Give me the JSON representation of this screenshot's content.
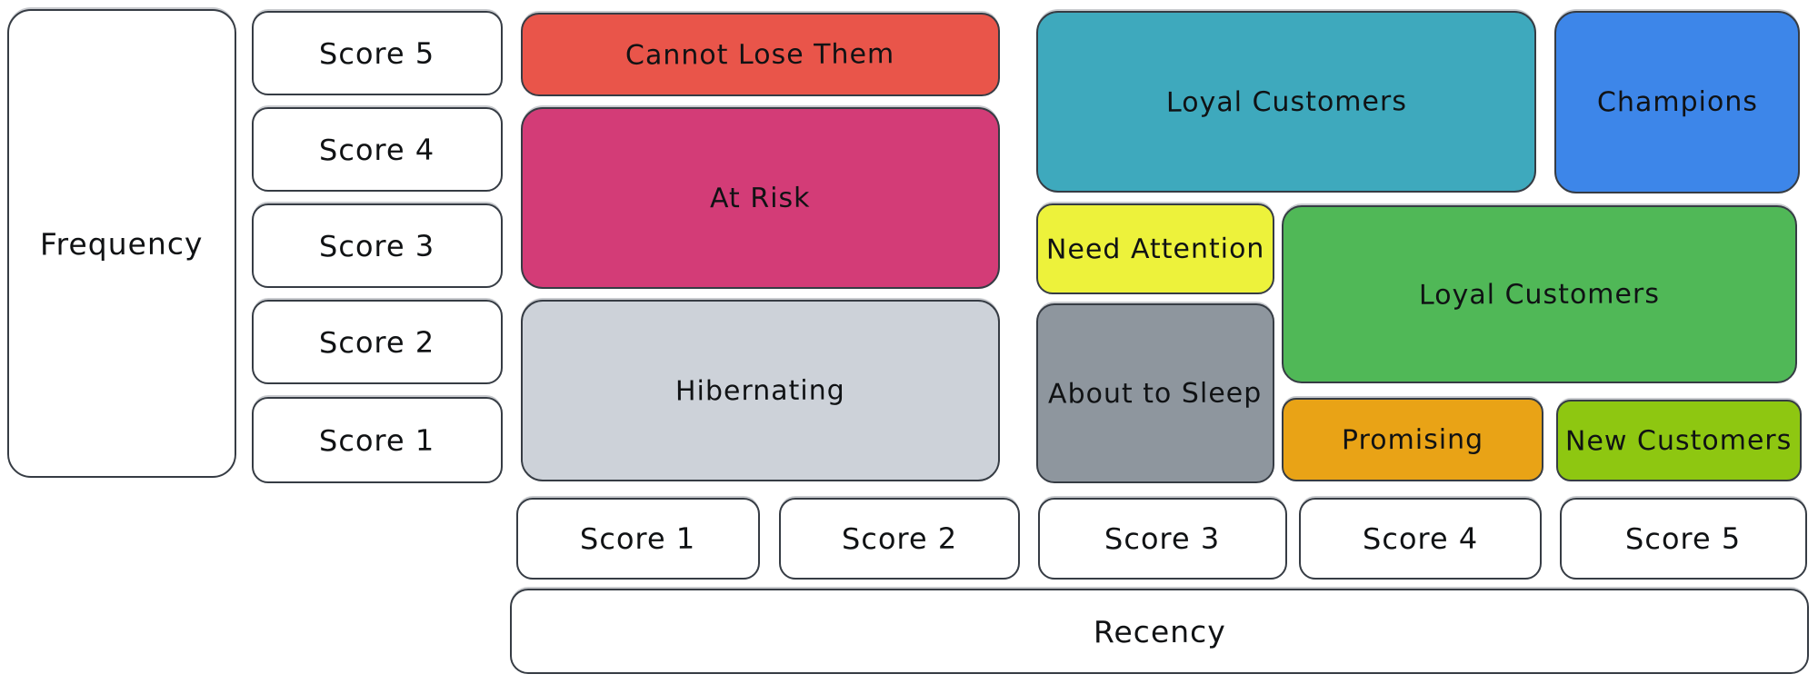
{
  "axes": {
    "frequency_label": "Frequency",
    "recency_label": "Recency"
  },
  "frequency_scores": [
    "Score 5",
    "Score 4",
    "Score 3",
    "Score 2",
    "Score 1"
  ],
  "recency_scores": [
    "Score 1",
    "Score 2",
    "Score 3",
    "Score 4",
    "Score 5"
  ],
  "segments": {
    "cannot_lose_them": {
      "label": "Cannot Lose Them",
      "color": "#e9554a",
      "recency_span": "1-2",
      "frequency_span": "5"
    },
    "at_risk": {
      "label": "At Risk",
      "color": "#d33c77",
      "recency_span": "1-2",
      "frequency_span": "3-4"
    },
    "hibernating": {
      "label": "Hibernating",
      "color": "#cdd2d9",
      "recency_span": "1-2",
      "frequency_span": "1-2"
    },
    "loyal_customers_upper": {
      "label": "Loyal Customers",
      "color": "#3ea9bd",
      "recency_span": "3-4",
      "frequency_span": "4-5"
    },
    "champions": {
      "label": "Champions",
      "color": "#3d86e9",
      "recency_span": "5",
      "frequency_span": "4-5"
    },
    "need_attention": {
      "label": "Need Attention",
      "color": "#edf23b",
      "recency_span": "3",
      "frequency_span": "3"
    },
    "loyal_customers_lower": {
      "label": "Loyal Customers",
      "color": "#50b857",
      "recency_span": "4-5",
      "frequency_span": "2-3"
    },
    "about_to_sleep": {
      "label": "About to Sleep",
      "color": "#8e969e",
      "recency_span": "3",
      "frequency_span": "1-2"
    },
    "promising": {
      "label": "Promising",
      "color": "#e9a316",
      "recency_span": "4",
      "frequency_span": "1"
    },
    "new_customers": {
      "label": "New Customers",
      "color": "#8ec711",
      "recency_span": "5",
      "frequency_span": "1"
    }
  }
}
